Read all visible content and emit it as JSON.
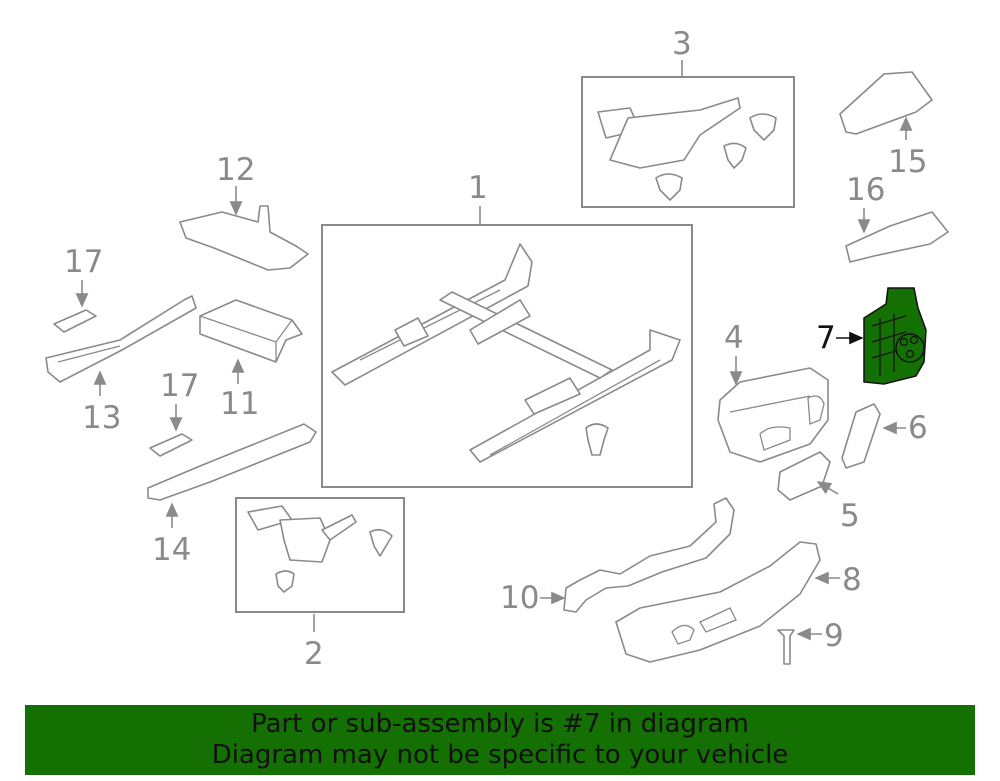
{
  "callouts": {
    "c1": "1",
    "c2": "2",
    "c3": "3",
    "c4": "4",
    "c5": "5",
    "c6": "6",
    "c7": "7",
    "c8": "8",
    "c9": "9",
    "c10": "10",
    "c11": "11",
    "c12": "12",
    "c13": "13",
    "c14": "14",
    "c15": "15",
    "c16": "16",
    "c17a": "17",
    "c17b": "17"
  },
  "highlight_part": "7",
  "colors": {
    "highlight": "#157004",
    "line": "#8a8a8a",
    "banner_bg": "#157004",
    "banner_text": "#111111"
  },
  "banner": {
    "line1": "Part or sub-assembly is #7 in diagram",
    "line2": "Diagram may not be specific to your vehicle"
  }
}
